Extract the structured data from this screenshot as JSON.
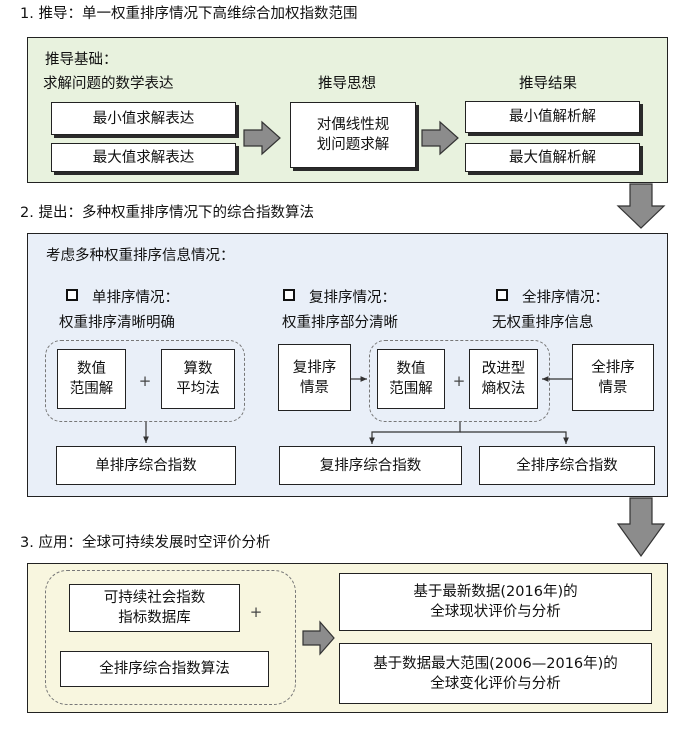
{
  "section1": {
    "title": "1. 推导：单一权重排序情况下高维综合加权指数范围",
    "basis_label": "推导基础：",
    "col1_header": "求解问题的数学表达",
    "col2_header": "推导思想",
    "col3_header": "推导结果",
    "box_min_expr": "最小值求解表达",
    "box_max_expr": "最大值求解表达",
    "box_method_line1": "对偶线性规",
    "box_method_line2": "划问题求解",
    "box_min_sol": "最小值解析解",
    "box_max_sol": "最大值解析解"
  },
  "section2": {
    "title": "2. 提出：多种权重排序情况下的综合指数算法",
    "intro": "考虑多种权重排序信息情况：",
    "single_label": "单排序情况：",
    "single_desc": "权重排序清晰明确",
    "multi_label": "复排序情况：",
    "multi_desc": "权重排序部分清晰",
    "full_label": "全排序情况：",
    "full_desc": "无权重排序信息",
    "box_range_line1": "数值",
    "box_range_line2": "范围解",
    "box_mean_line1": "算数",
    "box_mean_line2": "平均法",
    "box_multi_scene_line1": "复排序",
    "box_multi_scene_line2": "情景",
    "box_entropy_line1": "改进型",
    "box_entropy_line2": "熵权法",
    "box_full_scene_line1": "全排序",
    "box_full_scene_line2": "情景",
    "result_single": "单排序综合指数",
    "result_multi": "复排序综合指数",
    "result_full": "全排序综合指数",
    "plus": "+"
  },
  "section3": {
    "title": "3. 应用：全球可持续发展时空评价分析",
    "box_db_line1": "可持续社会指数",
    "box_db_line2": "指标数据库",
    "box_algo": "全排序综合指数算法",
    "plus": "+",
    "res1_line1": "基于最新数据(2016年)的",
    "res1_line2": "全球现状评价与分析",
    "res2_line1": "基于数据最大范围(2006—2016年)的",
    "res2_line2": "全球变化评价与分析"
  },
  "colors": {
    "panel1_bg": "#e8f2de",
    "panel2_bg": "#e9eff8",
    "panel3_bg": "#f8f6df",
    "arrow_fill": "#8c8c8c"
  }
}
